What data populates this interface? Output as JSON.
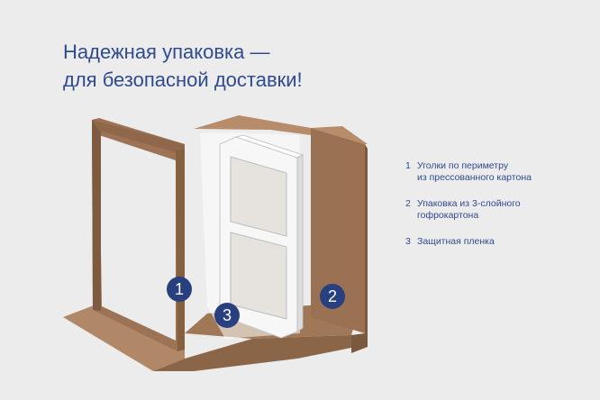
{
  "heading": {
    "line1": "Надежная упаковка —",
    "line2": "для безопасной  доставки!"
  },
  "legend": [
    {
      "num": "1",
      "lines": [
        "Уголки по периметру",
        "из прессованного картона"
      ]
    },
    {
      "num": "2",
      "lines": [
        "Упаковка из 3-слойного",
        "гофрокартона"
      ]
    },
    {
      "num": "3",
      "lines": [
        "Защитная пленка"
      ]
    }
  ],
  "badges": {
    "b1": "1",
    "b2": "2",
    "b3": "3"
  },
  "colors": {
    "accent": "#2f4a8f",
    "badge": "#28407f",
    "cardboard": "#a0785a",
    "background": "#ececec"
  }
}
